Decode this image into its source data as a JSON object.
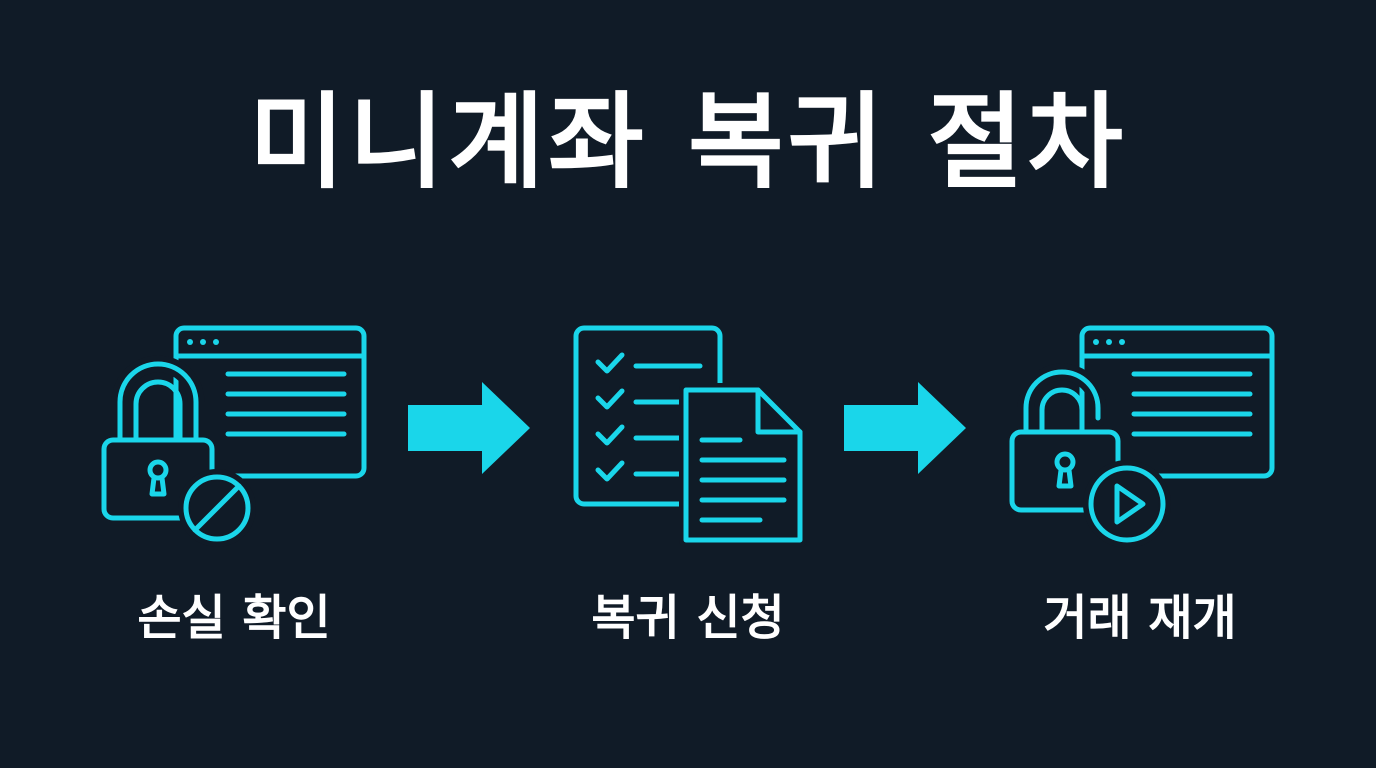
{
  "title": "미니계좌 복귀 절차",
  "accent_color": "#1ad6ea",
  "background_color": "#101b27",
  "steps": [
    {
      "label": "손실 확인",
      "icon": "locked-account-blocked-icon"
    },
    {
      "label": "복귀 신청",
      "icon": "checklist-document-icon"
    },
    {
      "label": "거래 재개",
      "icon": "unlocked-account-play-icon"
    }
  ],
  "connectors": [
    "arrow-right-icon",
    "arrow-right-icon"
  ]
}
